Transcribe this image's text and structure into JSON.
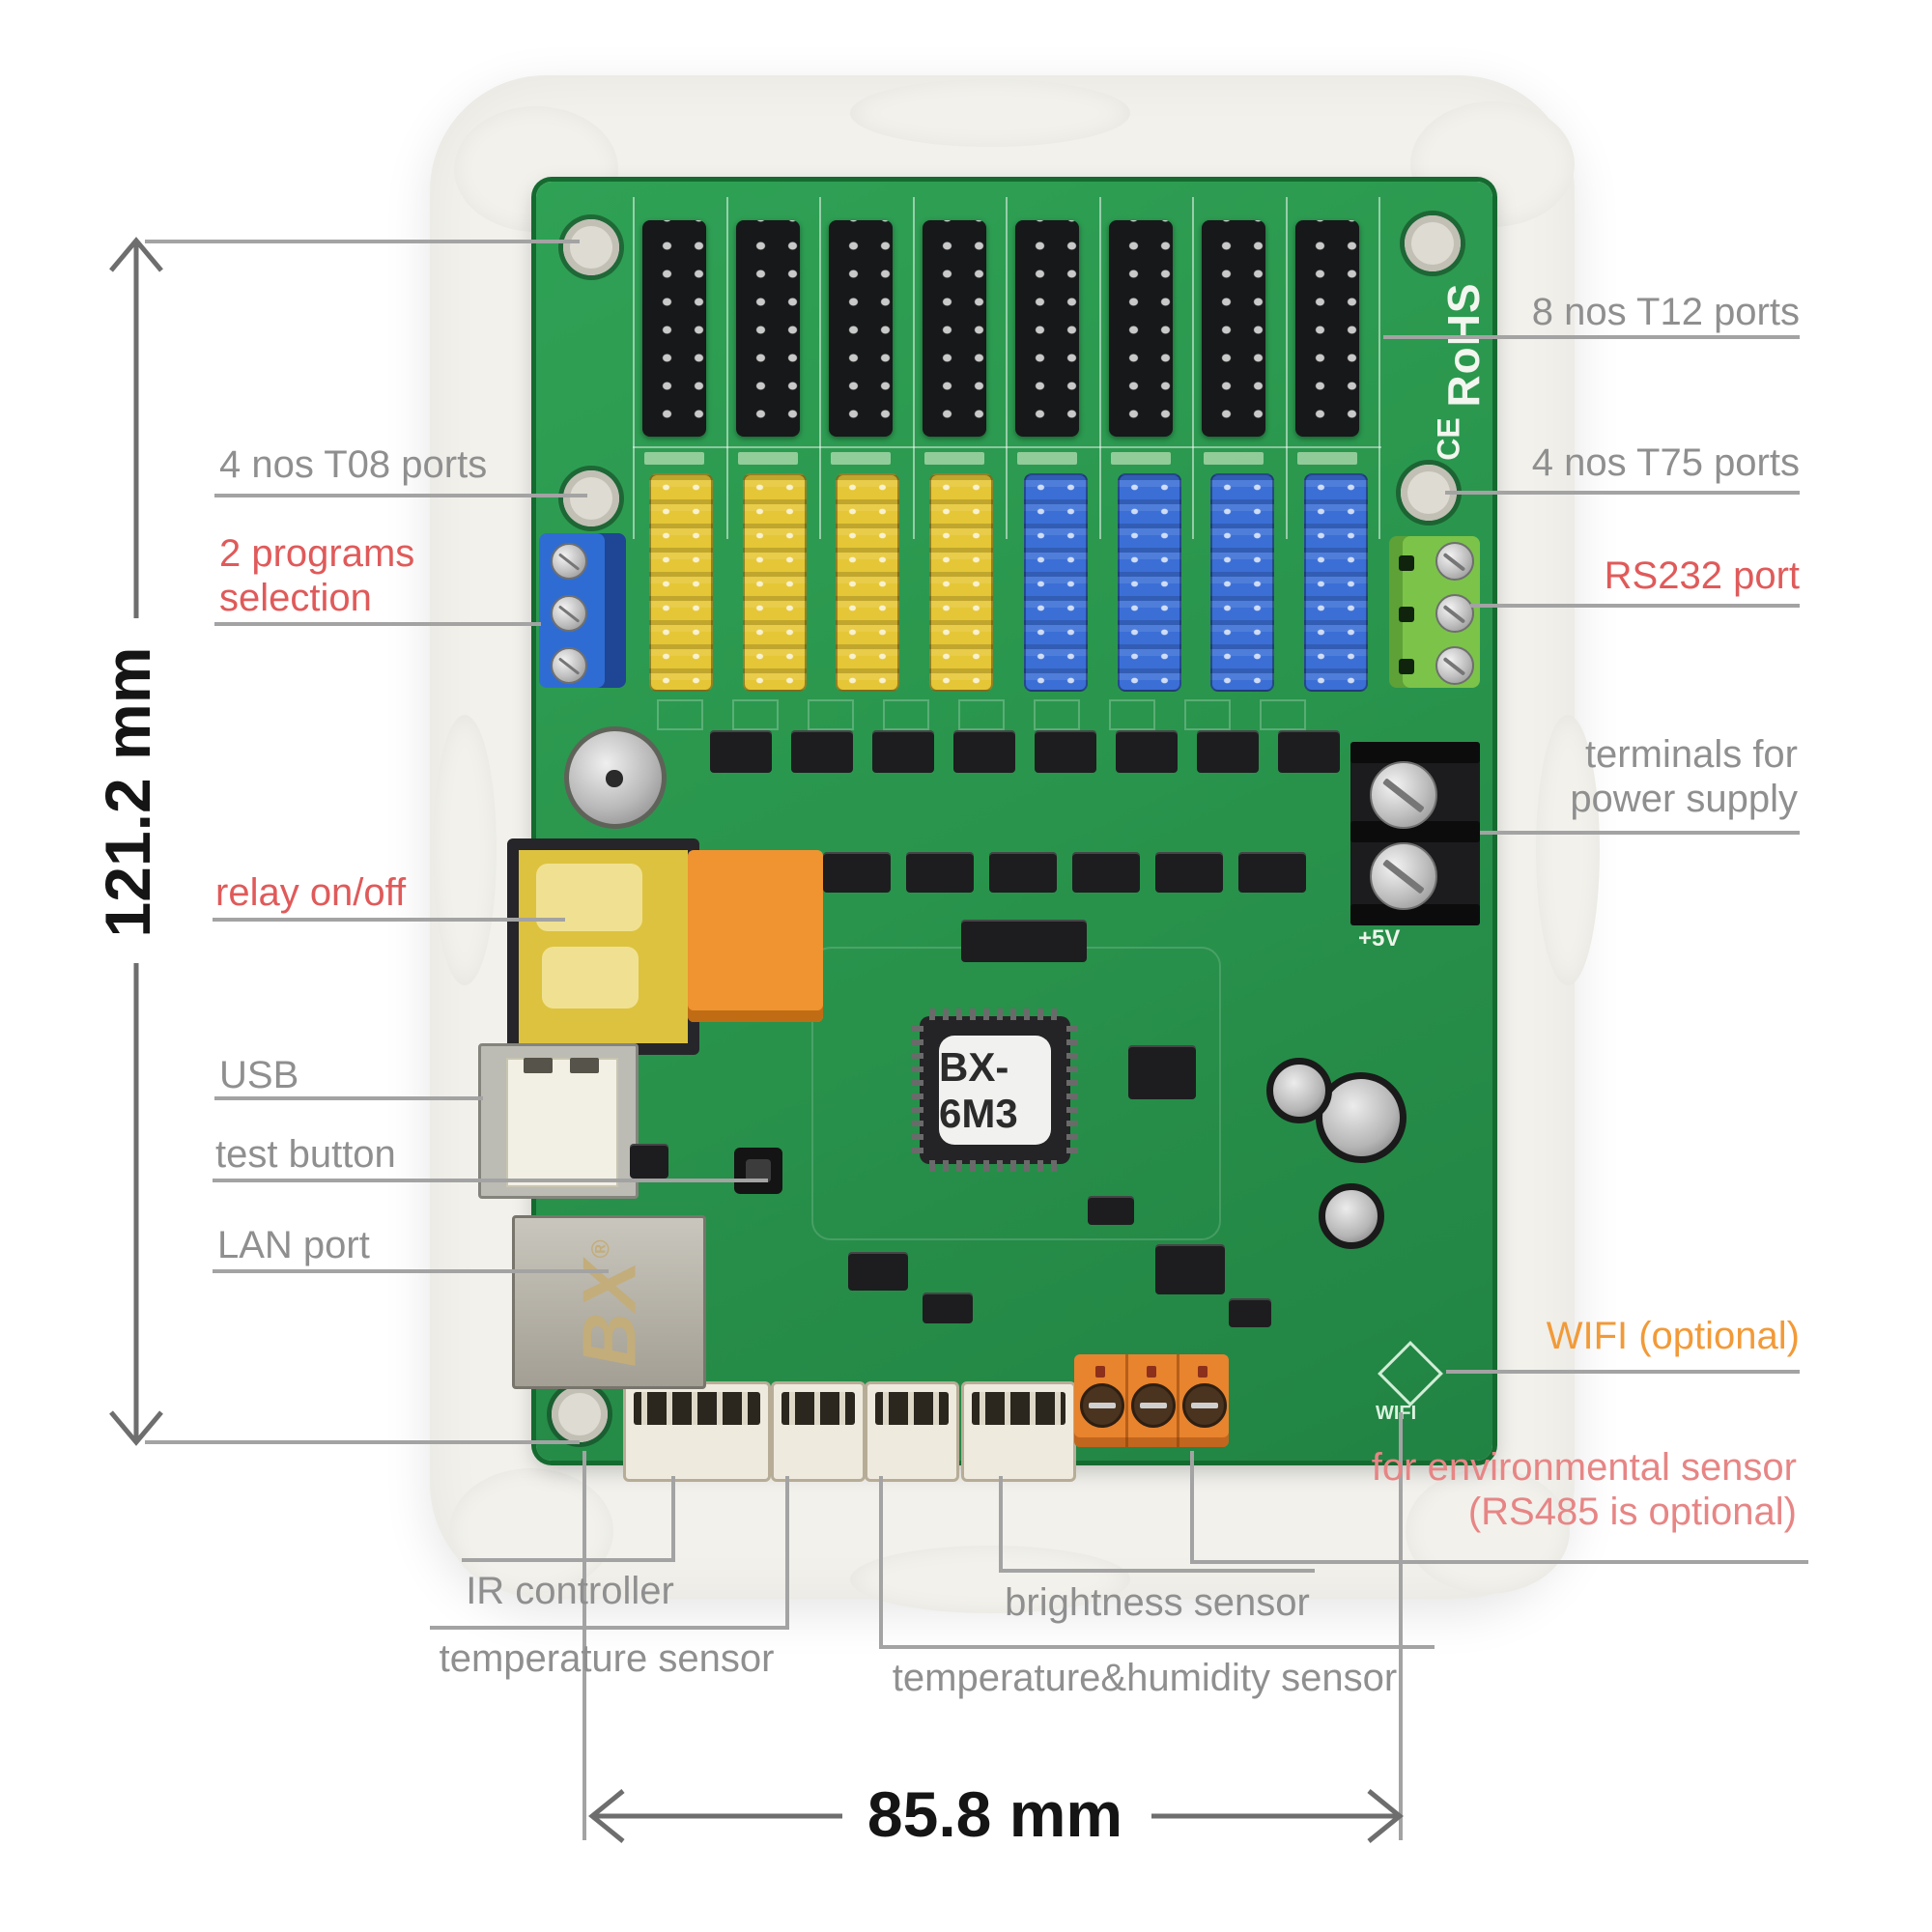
{
  "figure": {
    "type": "annotated-hardware-diagram",
    "board_model": "BX-6M3",
    "silkscreen": {
      "rohs": "RoHS",
      "ce": "CE",
      "power": "+5V",
      "wifi": "WIFI",
      "lan_logo": "BX",
      "registered_mark": "®"
    }
  },
  "dimensions": {
    "height_label": "121.2 mm",
    "width_label": "85.8 mm"
  },
  "labels": {
    "t12": "8 nos T12 ports",
    "t75": "4 nos T75 ports",
    "rs232": "RS232 port",
    "power_line1": "terminals for",
    "power_line2": "power supply",
    "t08": "4 nos T08 ports",
    "programs_line1": "2 programs",
    "programs_line2": "selection",
    "relay": "relay on/off",
    "usb": "USB",
    "test": "test button",
    "lan": "LAN port",
    "wifi": "WIFI (optional)",
    "env_line1": "for environmental sensor",
    "env_line2": "(RS485 is optional)",
    "ir": "IR controller",
    "temperature": "temperature sensor",
    "humidity": "temperature&humidity sensor",
    "brightness": "brightness sensor"
  },
  "colors": {
    "label_gray": "#8f8f8f",
    "label_red": "#e05a5a",
    "label_pink": "#e78585",
    "label_orange": "#f29a38",
    "pcb_green": "#2a964d",
    "connector_yellow": "#e5c636",
    "connector_blue": "#3b6fd6",
    "terminal_green": "#7cc34a",
    "terminal_orange": "#e8832e",
    "relay_orange": "#ef9430",
    "tray_white": "#f2f1ec"
  }
}
